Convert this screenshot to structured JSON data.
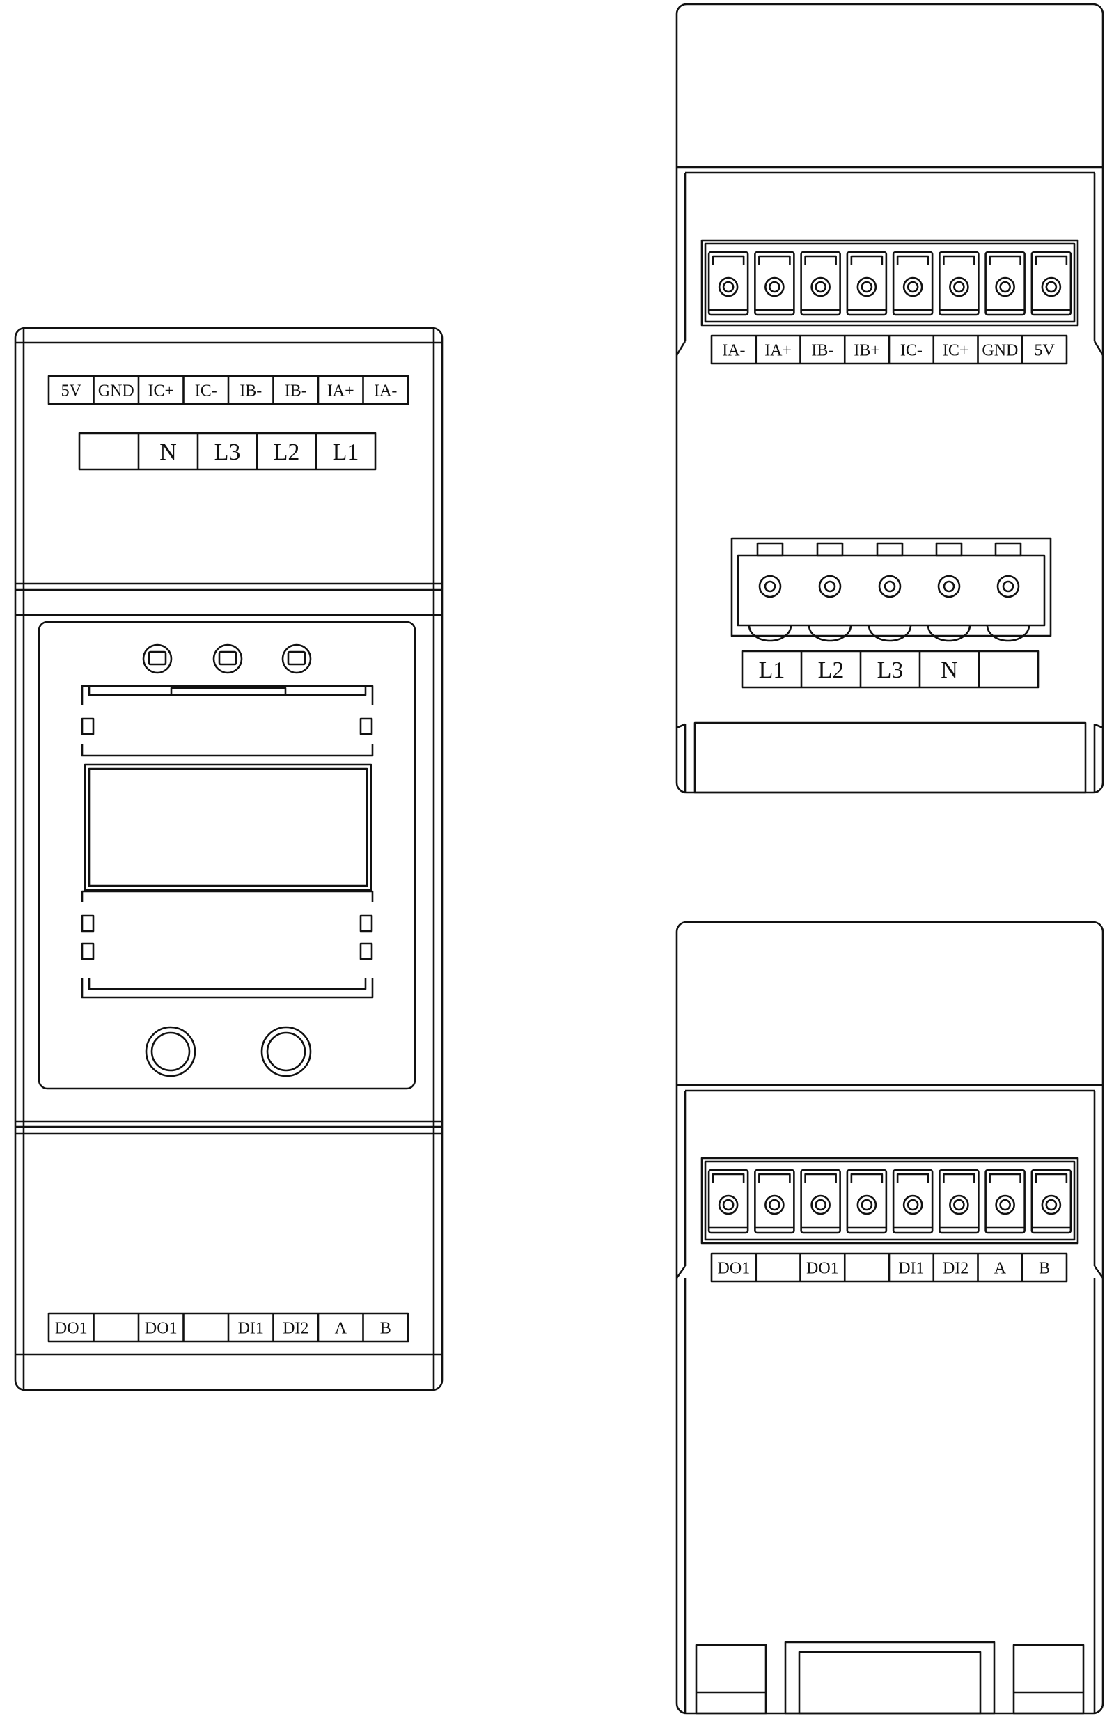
{
  "front_view": {
    "top_terminal_labels": [
      "5V",
      "GND",
      "IC+",
      "IC-",
      "IB-",
      "IB-",
      "IA+",
      "IA-"
    ],
    "power_labels": [
      "",
      "N",
      "L3",
      "L2",
      "L1"
    ],
    "bottom_terminal_labels": [
      "DO1",
      "",
      "DO1",
      "",
      "DI1",
      "DI2",
      "A",
      "B"
    ]
  },
  "top_view": {
    "terminal_labels": [
      "IA-",
      "IA+",
      "IB-",
      "IB+",
      "IC-",
      "IC+",
      "GND",
      "5V"
    ],
    "power_labels": [
      "L1",
      "L2",
      "L3",
      "N",
      ""
    ]
  },
  "bottom_view": {
    "terminal_labels": [
      "DO1",
      "",
      "DO1",
      "",
      "DI1",
      "DI2",
      "A",
      "B"
    ]
  }
}
